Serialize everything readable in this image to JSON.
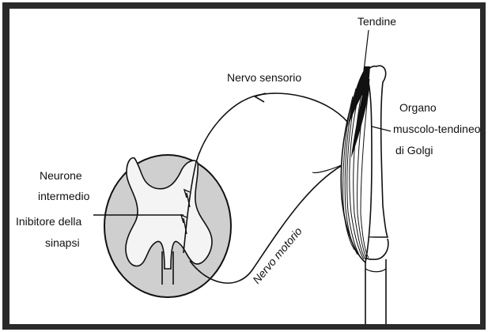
{
  "labels": {
    "tendon": "Tendine",
    "sensory_nerve": "Nervo sensorio",
    "golgi_line1": "Organo",
    "golgi_line2": "muscolo-tendineo",
    "golgi_line3": "di Golgi",
    "neuron_line1": "Neurone",
    "neuron_line2": "intermedio",
    "neuron_line3": "Inibitore della",
    "neuron_line4": "sinapsi",
    "motor_nerve": "Nervo motorio"
  },
  "colors": {
    "border": "#2a2a2a",
    "gray_matter": "#cfcfcf",
    "white_matter": "#f4f4f4",
    "ink": "#111111"
  }
}
